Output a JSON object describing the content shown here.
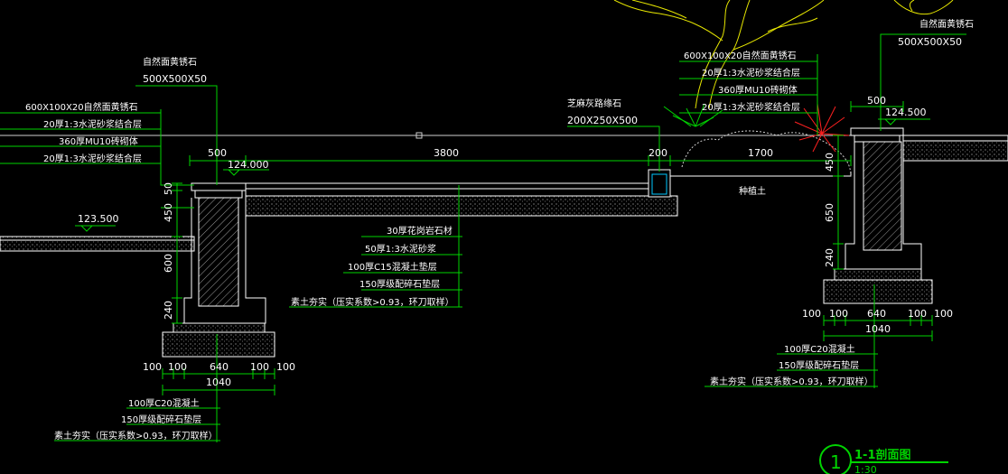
{
  "left_wall": {
    "cap_label": "自然面黄锈石",
    "cap_size": "500X500X50",
    "layers": [
      "600X100X20自然面黄锈石",
      "20厚1:3水泥砂浆结合层",
      "360厚MU10砖砌体",
      "20厚1:3水泥砂浆结合层"
    ],
    "elev_top": "124.000",
    "elev_low": "123.500",
    "dim_top": "500",
    "vert_dims": [
      "50",
      "450",
      "600",
      "240"
    ],
    "foot_dims": [
      "100",
      "100",
      "640",
      "100",
      "100"
    ],
    "foot_total": "1040",
    "foundation": [
      "100厚C20混凝土",
      "150厚级配碎石垫层",
      "素土夯实（压实系数>0.93，环刀取样）"
    ]
  },
  "middle": {
    "dim_span": "3800",
    "dim_curb": "200",
    "curb_label": "芝麻灰路缘石",
    "curb_size": "200X250X500",
    "paving": [
      "30厚花岗岩石材",
      "50厚1:3水泥砂浆",
      "100厚C15混凝土垫层",
      "150厚级配碎石垫层",
      "素土夯实（压实系数>0.93，环刀取样）"
    ]
  },
  "right_wall": {
    "cap_label": "自然面黄锈石",
    "cap_size": "500X500X50",
    "layers": [
      "600X100X20自然面黄锈石",
      "20厚1:3水泥砂浆结合层",
      "360厚MU10砖砌体",
      "20厚1:3水泥砂浆结合层"
    ],
    "dim_top": "500",
    "elev": "124.500",
    "dim_planting": "1700",
    "planting_label": "种植土",
    "vert_dims": [
      "450",
      "650",
      "240"
    ],
    "foot_dims": [
      "100",
      "100",
      "640",
      "100",
      "100"
    ],
    "foot_total": "1040",
    "foundation": [
      "100厚C20混凝土",
      "150厚级配碎石垫层",
      "素土夯实（压实系数>0.93，环刀取样）"
    ]
  },
  "title": {
    "number": "1",
    "name": "1-1剖面图",
    "scale": "1:30"
  },
  "colors": {
    "background": "#000000",
    "dimension": "#00d400",
    "text": "#ffffff",
    "structure": "#ffffff",
    "tree": "#e6e600",
    "flower": "#ff2020"
  }
}
